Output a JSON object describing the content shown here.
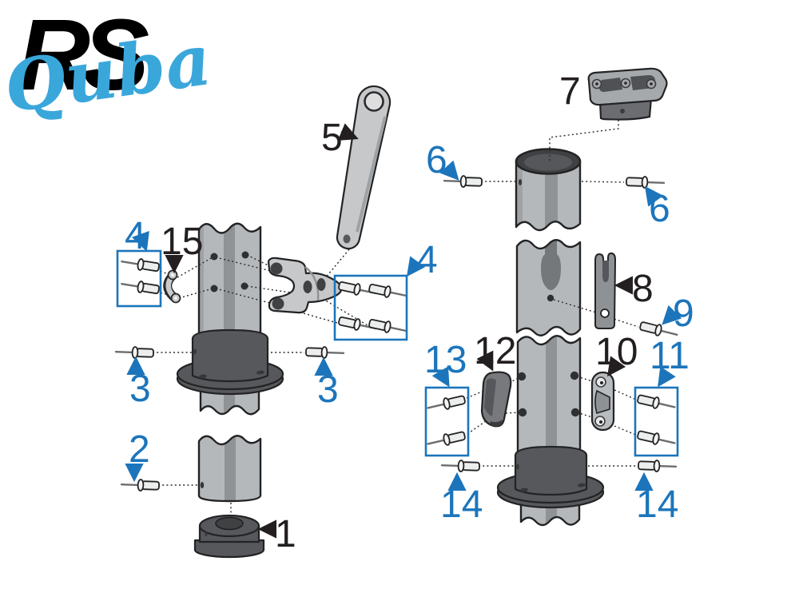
{
  "brand": {
    "rs": "RS",
    "quba": "Quba"
  },
  "labels": {
    "n1": "1",
    "n2": "2",
    "n3": "3",
    "n4": "4",
    "n5": "5",
    "n6": "6",
    "n7": "7",
    "n8": "8",
    "n9": "9",
    "n10": "10",
    "n11": "11",
    "n12": "12",
    "n13": "13",
    "n14": "14",
    "n15": "15"
  },
  "colors": {
    "label_blue": "#1c75bb",
    "label_black": "#231f20",
    "logo_black": "#000000",
    "logo_blue": "#3aa7db",
    "box_stroke": "#1c75bb",
    "outline": "#232325",
    "tube_light": "#b5b8ba",
    "tube_stripe": "#909396",
    "tube_shade": "#a0a3a6",
    "dark_part": "#56585b",
    "mid_part": "#8f9295",
    "light_part": "#c6c8ca",
    "rivet_body": "#eceded",
    "pin_grey": "#6b6d70",
    "hole_dark": "#3f4143",
    "leader": "#2b2b2d"
  }
}
